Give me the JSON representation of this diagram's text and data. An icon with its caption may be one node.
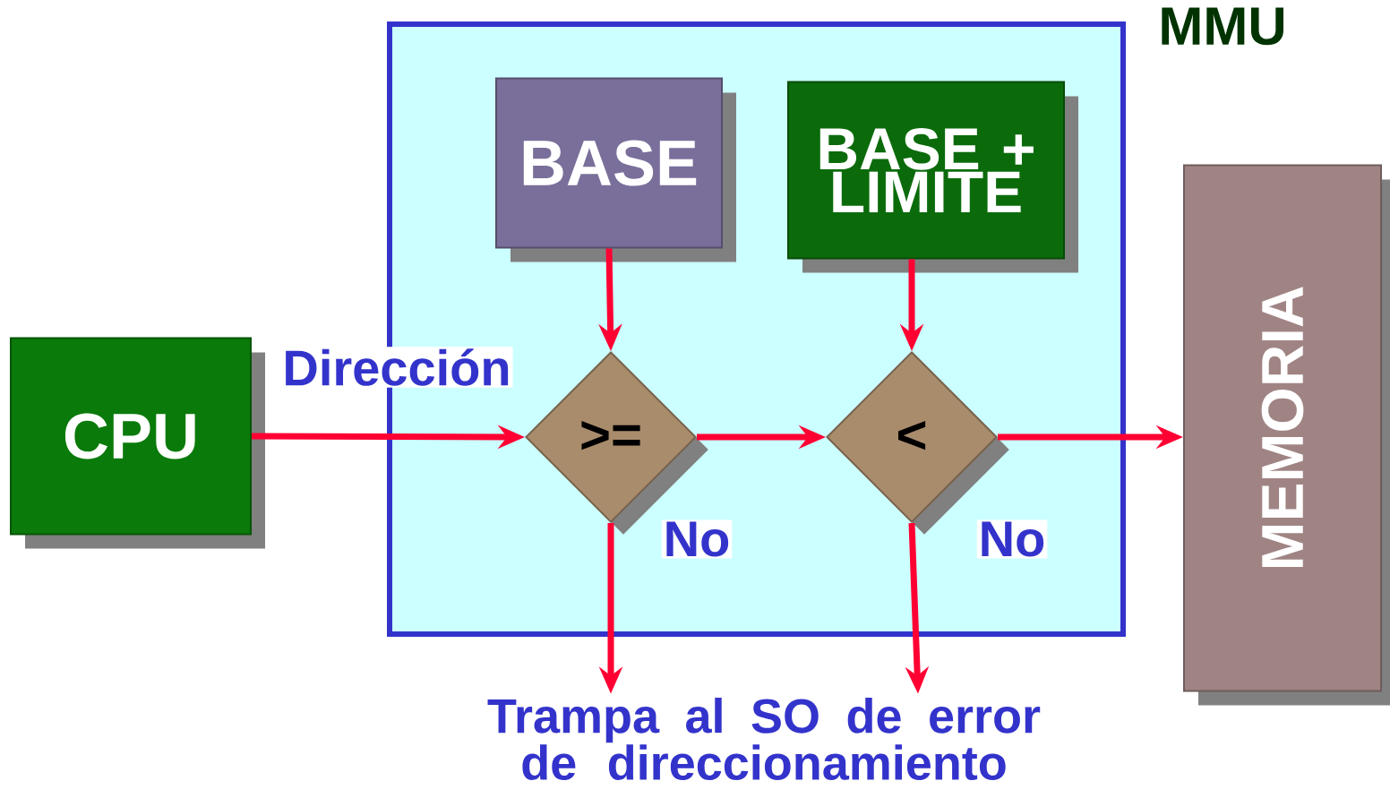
{
  "diagram": {
    "nodes": [
      {
        "text": [
          "MMU"
        ]
      },
      {
        "text": [
          "CPU"
        ]
      },
      {
        "text": [
          "BASE"
        ],
        "in": 0
      },
      {
        "text": [
          "BASE + LIMITE"
        ],
        "in": 0
      },
      {
        "text": [
          ">="
        ],
        "in": 0
      },
      {
        "text": [
          "<"
        ],
        "in": 0
      },
      {
        "text": [
          "MEMORIA"
        ]
      },
      {
        "text": [
          "Trampa al SO de error de direccionamiento"
        ]
      }
    ],
    "edges": [
      {
        "from": 1,
        "to": 4,
        "arrow": "to",
        "label": "Dirección"
      },
      {
        "from": 2,
        "to": 4,
        "arrow": "to"
      },
      {
        "from": 3,
        "to": 5,
        "arrow": "to"
      },
      {
        "from": 4,
        "to": 5,
        "arrow": "to"
      },
      {
        "from": 5,
        "to": 6,
        "arrow": "to"
      },
      {
        "from": 4,
        "to": 7,
        "arrow": "to",
        "label": "No"
      },
      {
        "from": 5,
        "to": 7,
        "arrow": "to",
        "label": "No"
      }
    ]
  }
}
